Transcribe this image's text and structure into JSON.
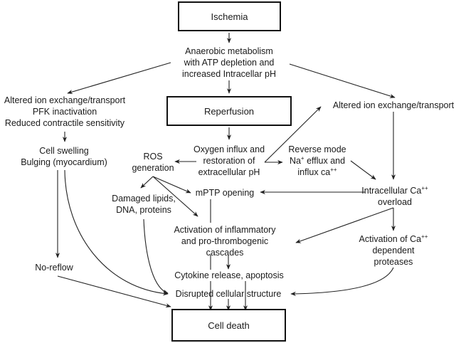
{
  "diagram": {
    "boxes": {
      "ischemia": "Ischemia",
      "reperfusion": "Reperfusion",
      "cell_death": "Cell death"
    },
    "nodes": {
      "anaerobic": [
        "Anaerobic metabolism",
        "with ATP depletion and",
        "increased Intracellar pH"
      ],
      "left_altered": [
        "Altered ion exchange/transport",
        "PFK inactivation",
        "Reduced contractile sensitivity"
      ],
      "right_altered": [
        "Altered ion exchange/transport"
      ],
      "cell_swelling": [
        "Cell swelling",
        "Bulging (myocardium)"
      ],
      "oxygen_influx": [
        "Oxygen influx and",
        "restoration of",
        "extracellular pH"
      ],
      "ros": [
        "ROS",
        "generation"
      ],
      "reverse_mode": {
        "line1": "Reverse mode",
        "line2_prefix": "Na",
        "line2_sup": "+",
        "line2_suffix": " efflux and",
        "line3_prefix": "influx ca",
        "line3_sup": "++"
      },
      "ca_overload": {
        "line1_prefix": "Intracellular Ca",
        "line1_sup": "++",
        "line2": "overload"
      },
      "damaged": [
        "Damaged lipids,",
        "DNA, proteins"
      ],
      "mptp": [
        "mPTP opening"
      ],
      "inflammatory": [
        "Activation of inflammatory",
        "and pro-thrombogenic",
        "cascades"
      ],
      "ca_proteases": {
        "line1_prefix": "Activation of Ca",
        "line1_sup": "++",
        "line2": "dependent",
        "line3": "proteases"
      },
      "no_reflow": [
        "No-reflow"
      ],
      "cytokine": [
        "Cytokine release, apoptosis"
      ],
      "disrupted": [
        "Disrupted cellular structure"
      ]
    },
    "edges": [
      {
        "from": "Ischemia",
        "to": "Anaerobic metabolism"
      },
      {
        "from": "Anaerobic metabolism",
        "to": "Altered ion exchange/transport (left)"
      },
      {
        "from": "Anaerobic metabolism",
        "to": "Reperfusion"
      },
      {
        "from": "Anaerobic metabolism",
        "to": "Altered ion exchange/transport (right)"
      },
      {
        "from": "Altered ion exchange/transport (left)",
        "to": "Cell swelling"
      },
      {
        "from": "Cell swelling",
        "to": "No-reflow"
      },
      {
        "from": "Cell swelling",
        "to": "Disrupted cellular structure"
      },
      {
        "from": "Reperfusion",
        "to": "Oxygen influx"
      },
      {
        "from": "Oxygen influx",
        "to": "ROS generation"
      },
      {
        "from": "Oxygen influx",
        "to": "Altered ion exchange/transport (right)"
      },
      {
        "from": "Oxygen influx",
        "to": "Reverse mode"
      },
      {
        "from": "Reverse mode",
        "to": "Intracellular Ca overload"
      },
      {
        "from": "Altered ion exchange/transport (right)",
        "to": "Intracellular Ca overload"
      },
      {
        "from": "ROS generation",
        "to": "Damaged lipids"
      },
      {
        "from": "ROS generation",
        "to": "mPTP opening"
      },
      {
        "from": "ROS generation",
        "to": "Activation of inflammatory cascades"
      },
      {
        "from": "Intracellular Ca overload",
        "to": "mPTP opening"
      },
      {
        "from": "Intracellular Ca overload",
        "to": "Activation of inflammatory cascades"
      },
      {
        "from": "Intracellular Ca overload",
        "to": "Activation of Ca dependent proteases"
      },
      {
        "from": "Damaged lipids",
        "to": "Disrupted cellular structure"
      },
      {
        "from": "Activation of inflammatory cascades",
        "to": "Cytokine release"
      },
      {
        "from": "Activation of Ca dependent proteases",
        "to": "Disrupted cellular structure"
      },
      {
        "from": "No-reflow",
        "to": "Cell death"
      },
      {
        "from": "mPTP opening",
        "to": "Cell death"
      },
      {
        "from": "Cytokine release",
        "to": "Cell death"
      },
      {
        "from": "Disrupted cellular structure",
        "to": "Cell death"
      }
    ]
  }
}
